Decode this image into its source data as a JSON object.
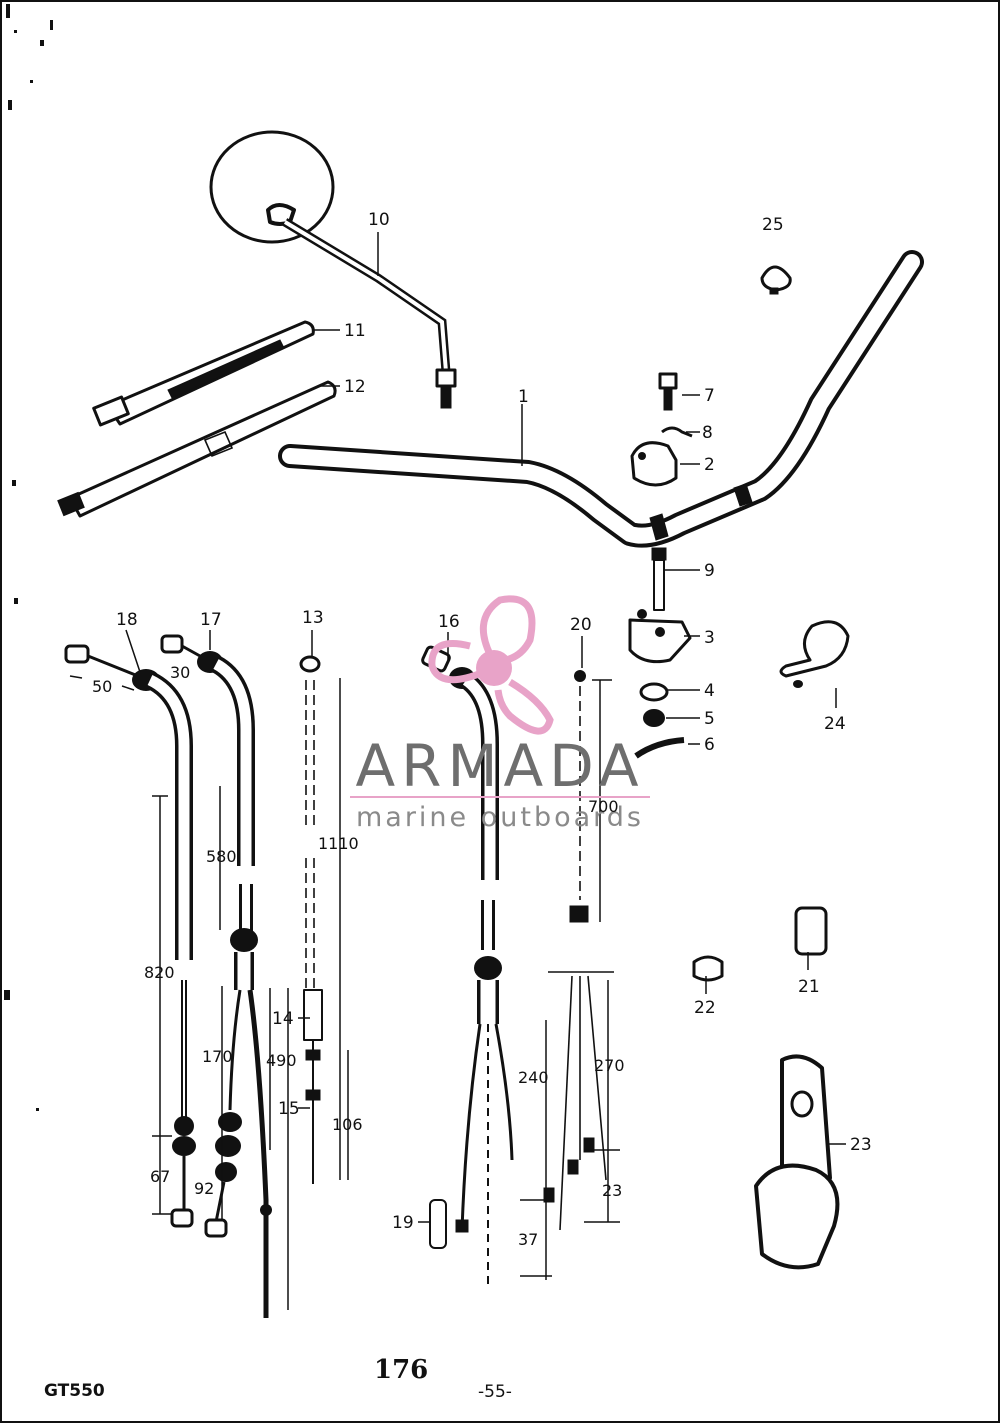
{
  "watermark": {
    "brand": "ARMADA",
    "tagline": "marine outboards",
    "accent_color": "#e8a3c8",
    "text_color": "#6e6e6e",
    "icon": "propeller-icon"
  },
  "callouts": {
    "c1": "1",
    "c2": "2",
    "c3": "3",
    "c4": "4",
    "c5": "5",
    "c6": "6",
    "c7": "7",
    "c8": "8",
    "c9": "9",
    "c10": "10",
    "c11": "11",
    "c12": "12",
    "c13": "13",
    "c14": "14",
    "c15": "15",
    "c16": "16",
    "c17": "17",
    "c18": "18",
    "c19": "19",
    "c20": "20",
    "c21": "21",
    "c22": "22",
    "c23": "23",
    "c24": "24",
    "c25": "25"
  },
  "dimensions": {
    "d50": "50",
    "d30": "30",
    "d580": "580",
    "d820": "820",
    "d170": "170",
    "d490": "490",
    "d1110": "1110",
    "d106": "106",
    "d67": "67",
    "d92": "92",
    "d700": "700",
    "d240": "240",
    "d270": "270",
    "d23": "23",
    "d37": "37"
  },
  "footer": {
    "model": "GT550",
    "page_number": "176",
    "sub_page": "-55-"
  }
}
